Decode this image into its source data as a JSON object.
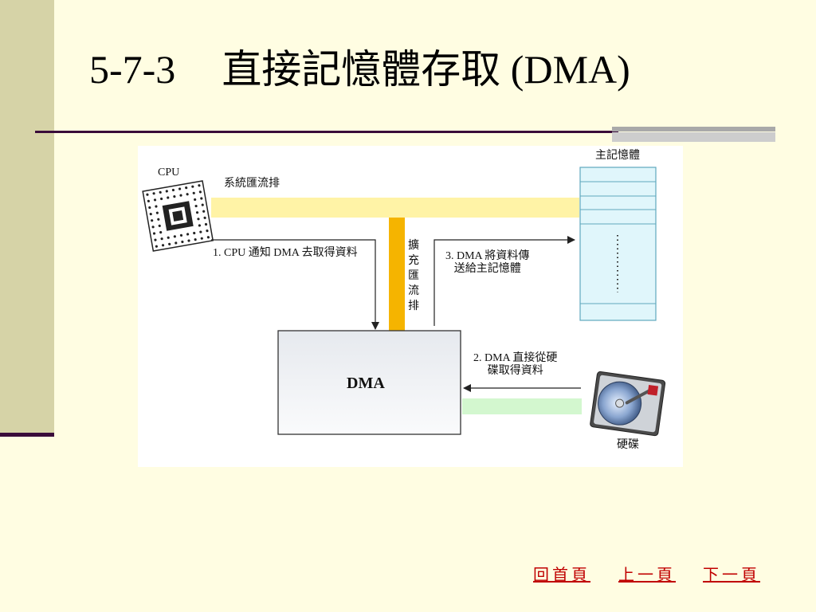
{
  "title": {
    "number": "5-7-3",
    "text": "直接記憶體存取 (DMA)"
  },
  "diagram": {
    "cpu_label": "CPU",
    "system_bus_label": "系統匯流排",
    "expansion_bus_label": [
      "擴",
      "充",
      "匯",
      "流",
      "排"
    ],
    "memory_label": "主記憶體",
    "dma_label": "DMA",
    "disk_label": "硬碟",
    "step1": "1. CPU 通知 DMA 去取得資料",
    "step2": [
      "2. DMA 直接從硬",
      "碟取得資料"
    ],
    "step3": [
      "3. DMA 將資料傳",
      "送給主記憶體"
    ]
  },
  "nav": {
    "home": "回首頁",
    "prev": "上一頁",
    "next": "下一頁"
  },
  "colors": {
    "background": "#fffde2",
    "sidebar": "#d6d3a7",
    "accent_line": "#3a0c3a",
    "system_bus": "#fff3a6",
    "expansion_bus": "#f5b400",
    "memory_fill": "#e0f6fb",
    "memory_border": "#5fa8bd",
    "disk_bus": "#d3f7cf",
    "nav_link": "#c00000"
  }
}
